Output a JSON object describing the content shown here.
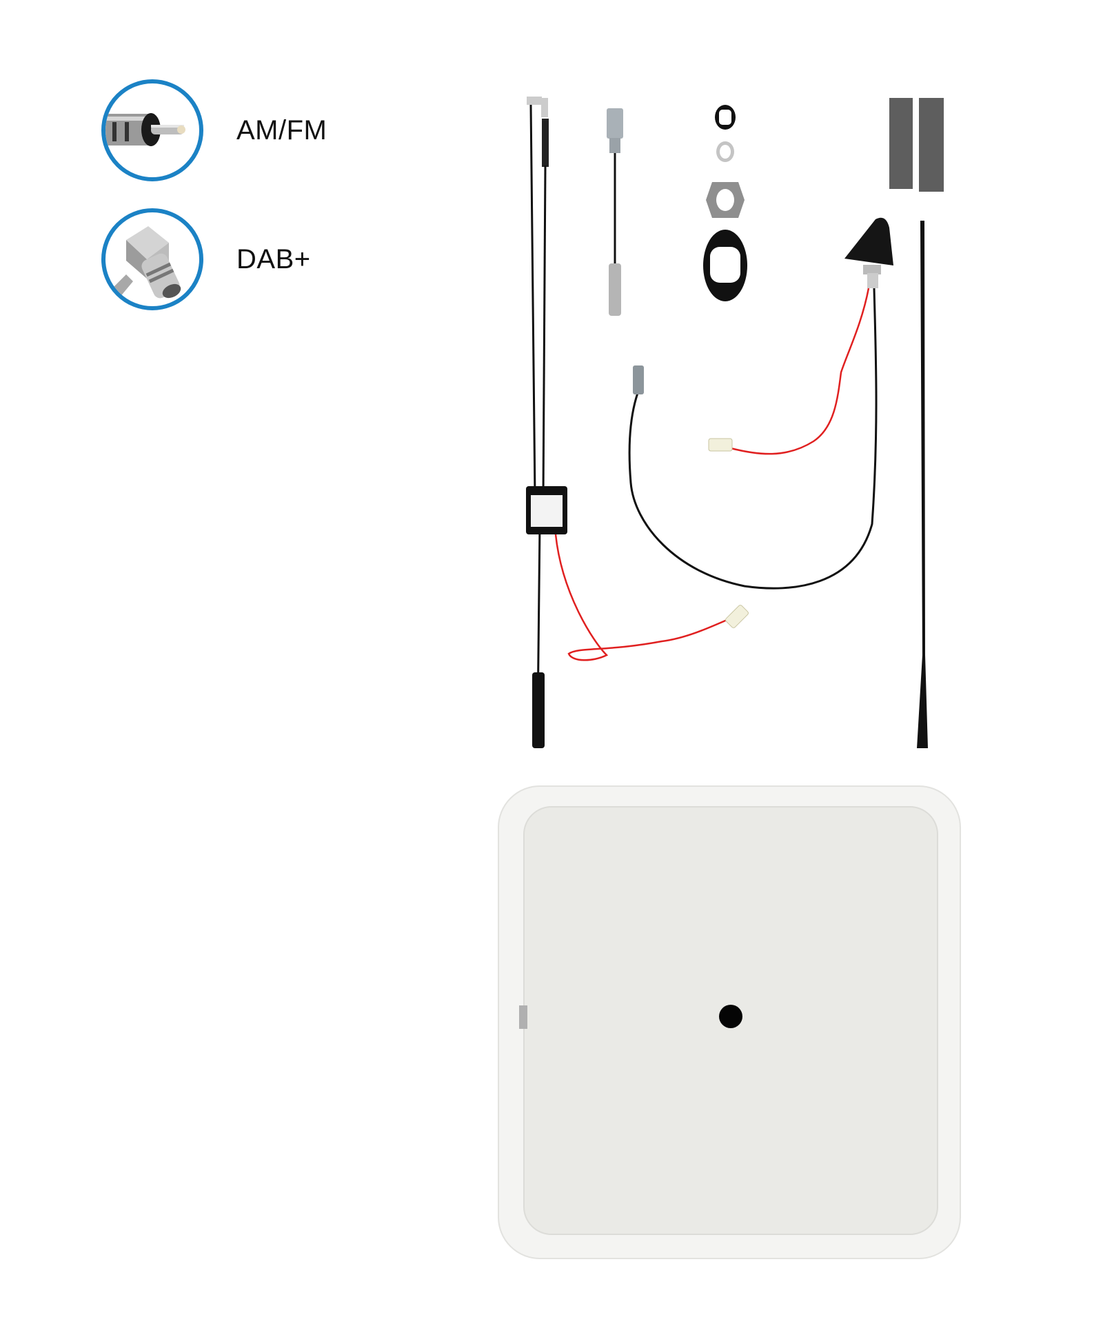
{
  "legend": {
    "items": [
      {
        "label": "AM/FM",
        "icon": "din-plug-icon"
      },
      {
        "label": "DAB+",
        "icon": "smb-connector-icon"
      }
    ],
    "ring_color": "#1b82c5"
  },
  "product": {
    "description": "Antenna kit components: splitter cable, adapter cable, mounting hardware, foam pads, roof antenna base, whip mast, amplifier module, mounting plate",
    "wire_colors": {
      "coax": "#111111",
      "power": "#e02020"
    },
    "plate_color": "#f1f1ee"
  }
}
